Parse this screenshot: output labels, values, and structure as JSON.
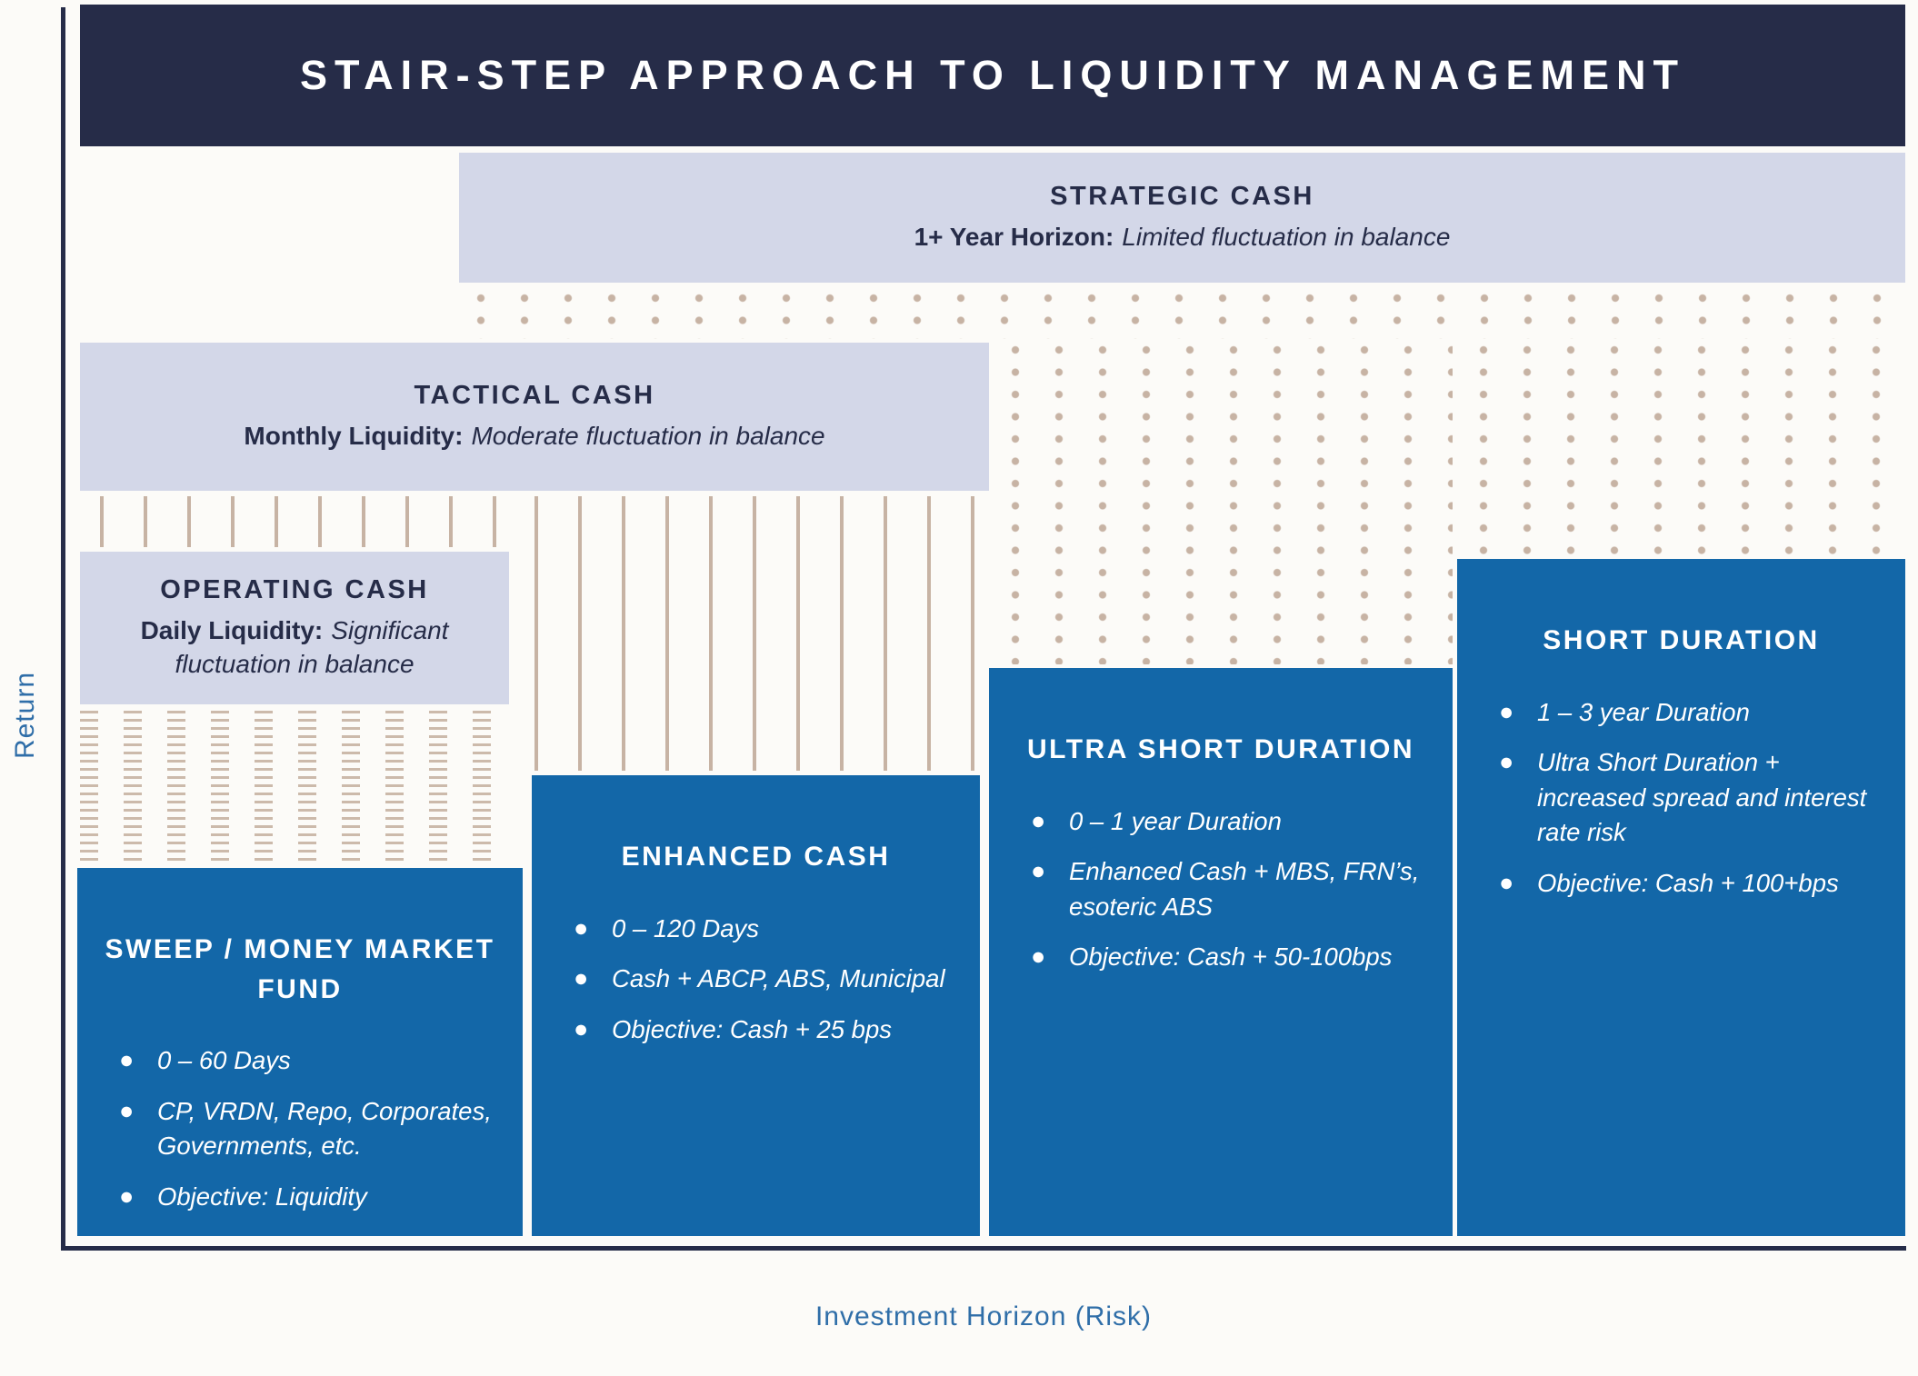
{
  "header": {
    "title": "STAIR-STEP APPROACH TO LIQUIDITY MANAGEMENT"
  },
  "axes": {
    "y_label": "Return",
    "x_label": "Investment Horizon (Risk)"
  },
  "colors": {
    "header_bg": "#262c48",
    "tier_bg": "#d3d7e8",
    "product_bg": "#1367a8",
    "pattern_tan": "#c7b3a4",
    "axis_label_blue": "#2f6ea8"
  },
  "tiers": [
    {
      "name": "STRATEGIC CASH",
      "lead": "1+ Year Horizon:",
      "desc": "Limited fluctuation in balance"
    },
    {
      "name": "TACTICAL CASH",
      "lead": "Monthly Liquidity:",
      "desc": "Moderate fluctuation in balance"
    },
    {
      "name": "OPERATING CASH",
      "lead": "Daily Liquidity:",
      "desc": "Significant fluctuation in balance"
    }
  ],
  "products": [
    {
      "name": "SWEEP / MONEY MARKET FUND",
      "bullets": [
        "0 – 60 Days",
        "CP, VRDN, Repo, Corporates, Governments, etc.",
        "Objective: Liquidity"
      ]
    },
    {
      "name": "ENHANCED CASH",
      "bullets": [
        "0 – 120 Days",
        "Cash + ABCP, ABS, Municipal",
        "Objective: Cash + 25 bps"
      ]
    },
    {
      "name": "ULTRA SHORT DURATION",
      "bullets": [
        "0 – 1 year Duration",
        "Enhanced Cash + MBS, FRN’s, esoteric ABS",
        "Objective: Cash + 50-100bps"
      ]
    },
    {
      "name": "SHORT DURATION",
      "bullets": [
        "1 – 3 year Duration",
        "Ultra Short Duration + increased spread and interest rate risk",
        "Objective: Cash + 100+bps"
      ]
    }
  ]
}
